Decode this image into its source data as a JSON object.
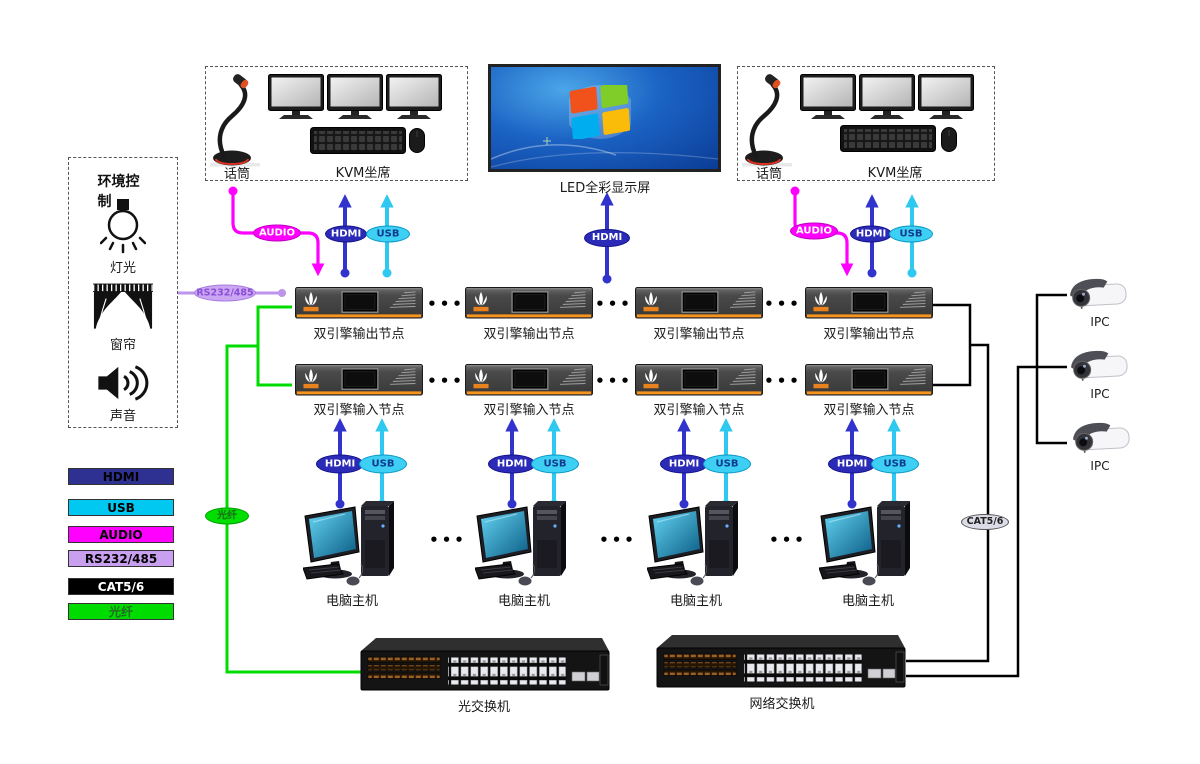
{
  "colors": {
    "hdmi": "#3232CC",
    "usb": "#2EC8F0",
    "audio": "#FF00FF",
    "rs232_485": "#BE93EC",
    "cat5_6": "#000000",
    "fiber": "#00DC00",
    "device_accent": "#F7941D"
  },
  "env_panel": {
    "title": "环境控制",
    "items": [
      {
        "label": "灯光"
      },
      {
        "label": "窗帘"
      },
      {
        "label": "声音"
      }
    ]
  },
  "kvm_left": {
    "mic_label": "话筒",
    "seat_label": "KVM坐席"
  },
  "kvm_right": {
    "mic_label": "话筒",
    "seat_label": "KVM坐席"
  },
  "led_display": {
    "label": "LED全彩显示屏"
  },
  "line_labels": {
    "hdmi": "HDMI",
    "usb": "USB",
    "audio": "AUDIO",
    "rs232": "RS232/485",
    "cat5": "CAT5/6",
    "fiber": "光纤"
  },
  "legend": {
    "items": [
      {
        "label": "HDMI",
        "color": "#2E3192"
      },
      {
        "label": "USB",
        "color": "#00C8F0"
      },
      {
        "label": "AUDIO",
        "color": "#FF00FF"
      },
      {
        "label": "RS232/485",
        "color": "#C9A0F0"
      },
      {
        "label": "CAT5/6",
        "color": "#000000"
      },
      {
        "label": "光纤",
        "color": "#00DC00"
      }
    ]
  },
  "output_nodes": {
    "labels": [
      "双引擎输出节点",
      "双引擎输出节点",
      "双引擎输出节点",
      "双引擎输出节点"
    ]
  },
  "input_nodes": {
    "labels": [
      "双引擎输入节点",
      "双引擎输入节点",
      "双引擎输入节点",
      "双引擎输入节点"
    ]
  },
  "computers": {
    "labels": [
      "电脑主机",
      "电脑主机",
      "电脑主机",
      "电脑主机"
    ]
  },
  "switches": {
    "optical": "光交换机",
    "network": "网络交换机"
  },
  "cameras": {
    "labels": [
      "IPC",
      "IPC",
      "IPC"
    ]
  },
  "misc": {
    "ellipsis": "•••"
  }
}
